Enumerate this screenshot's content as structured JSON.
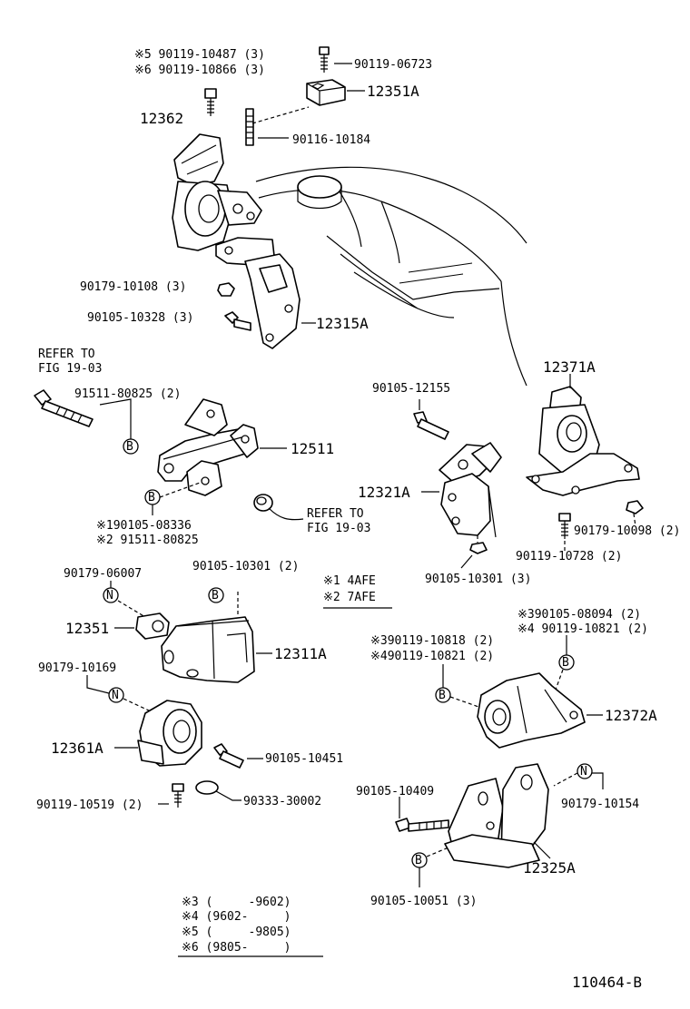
{
  "callouts": {
    "top_bolt_1": "※5 90119-10487 (3)",
    "top_bolt_2": "※6 90119-10866 (3)",
    "bolt_06723": "90119-06723",
    "part_12351A": "12351A",
    "part_12362": "12362",
    "stud_10184": "90116-10184",
    "nut_10108": "90179-10108 (3)",
    "bolt_10328": "90105-10328 (3)",
    "part_12315A": "12315A",
    "refer_left_1": "REFER TO",
    "refer_left_2": "FIG 19-03",
    "bolt_80825": "91511-80825 (2)",
    "part_12511": "12511",
    "star1_bolt": "※190105-08336",
    "star2_bolt": "※2 91511-80825",
    "refer_mid_1": "REFER TO",
    "refer_mid_2": "FIG 19-03",
    "bolt_12155": "90105-12155",
    "part_12321A": "12321A",
    "bolt_10301_3": "90105-10301 (3)",
    "part_12371A": "12371A",
    "nut_10098": "90179-10098 (2)",
    "bolt_10728": "90119-10728 (2)",
    "nut_06007": "90179-06007",
    "bolt_10301_2": "90105-10301 (2)",
    "legend_1": "※1 4AFE",
    "legend_2": "※2 7AFE",
    "part_12351": "12351",
    "part_12311A": "12311A",
    "star3_08094": "※390105-08094 (2)",
    "star4_10821_r": "※4 90119-10821 (2)",
    "star3_10818": "※390119-10818 (2)",
    "star4_10821_l": "※490119-10821 (2)",
    "part_12372A": "12372A",
    "nut_10169": "90179-10169",
    "part_12361A": "12361A",
    "bolt_10451": "90105-10451",
    "bolt_10519": "90119-10519 (2)",
    "plug_30002": "90333-30002",
    "bolt_10409": "90105-10409",
    "nut_10154": "90179-10154",
    "part_12325A": "12325A",
    "bolt_10051": "90105-10051 (3)"
  },
  "markers": {
    "bolt": "B",
    "nut": "N"
  },
  "date_table": [
    "※3 (     -9602)",
    "※4 (9602-     )",
    "※5 (     -9805)",
    "※6 (9805-     )"
  ],
  "figure_id": "110464-B"
}
